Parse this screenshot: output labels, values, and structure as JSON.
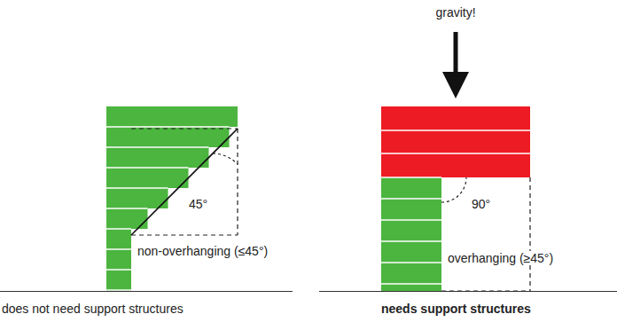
{
  "diagram": {
    "labels": [
      "gravity!",
      "45°",
      "non-overhanging (≤45°)",
      "90°",
      "overhanging (≥45°)",
      "does not need support structures",
      "needs support structures"
    ]
  }
}
